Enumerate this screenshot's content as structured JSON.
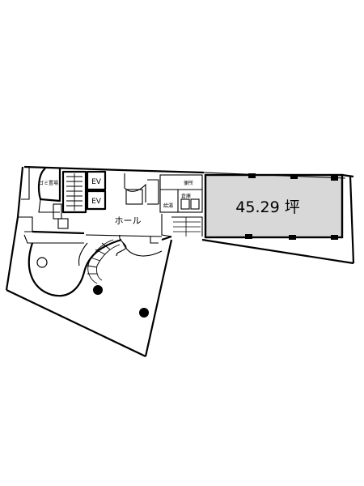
{
  "plan": {
    "area_label": "45.29 坪",
    "hall_label": "ホール",
    "ev_labels": [
      "EV",
      "EV"
    ],
    "garbage_label": "ゴミ置場",
    "pantry_label": "給湯",
    "toilet_label": "便所",
    "utility_label": "倉庫",
    "colors": {
      "line": "#000000",
      "tenant_fill": "#d8d8d8",
      "background": "#ffffff"
    }
  }
}
